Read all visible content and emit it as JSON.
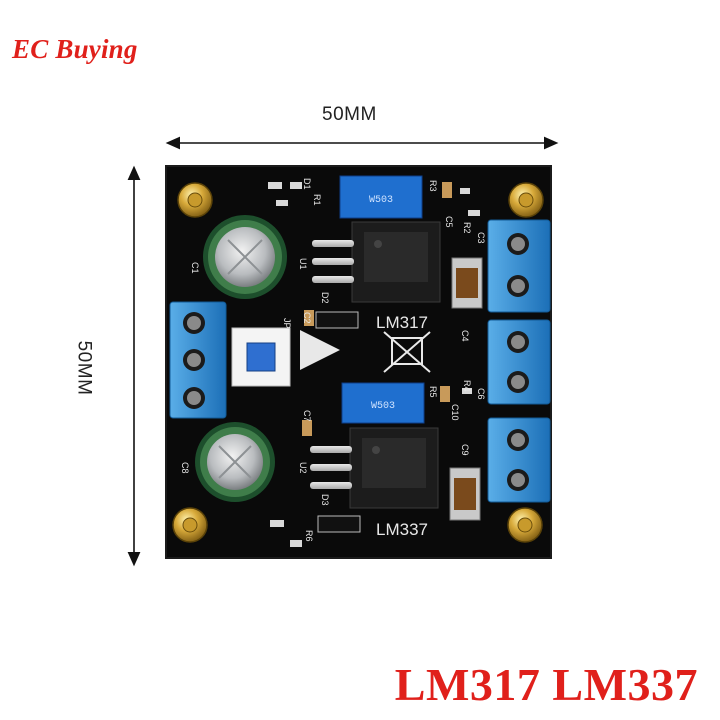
{
  "brand": {
    "name": "EC Buying",
    "color": "#e0201b"
  },
  "dimensions": {
    "width_label": "50MM",
    "height_label": "50MM"
  },
  "product": {
    "title": "LM317 LM337",
    "color": "#e0201b"
  },
  "board": {
    "silkscreen": {
      "regulator_top": "LM317",
      "regulator_bottom": "LM337",
      "labels": [
        "C1",
        "C2",
        "C3",
        "C4",
        "C5",
        "C6",
        "C7",
        "C8",
        "C9",
        "C10",
        "R1",
        "R2",
        "R3",
        "R4",
        "R5",
        "R6",
        "D1",
        "D2",
        "D3",
        "U1",
        "U2",
        "JP"
      ]
    },
    "colors": {
      "pcb": "#0b0b0b",
      "terminal": "#2e8fd6",
      "trimmer": "#1f6fcf",
      "capacitor": "#2c6b3a"
    }
  }
}
